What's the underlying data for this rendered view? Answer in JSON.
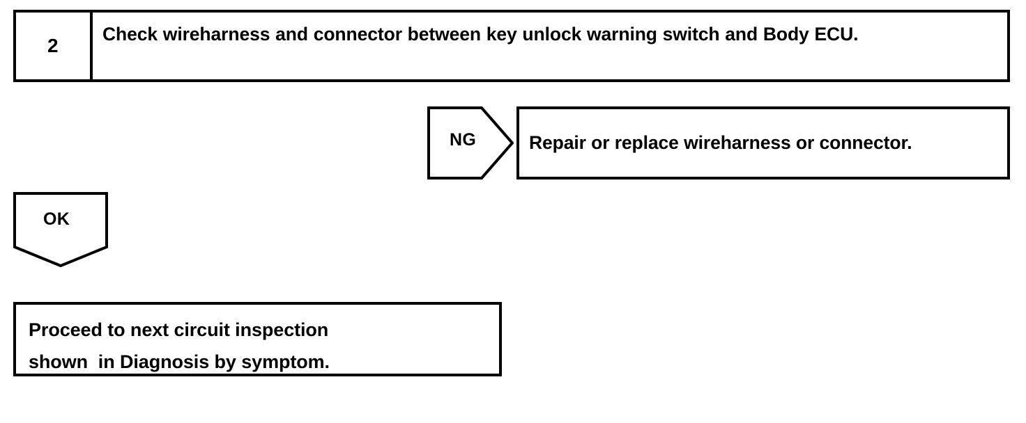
{
  "diagram": {
    "type": "troubleshooting-flowchart",
    "ink_color": "#000000",
    "background_color": "#ffffff",
    "step": {
      "number": "2",
      "instruction": "Check wireharness and connector between key unlock warning switch and Body ECU."
    },
    "branches": {
      "ng": {
        "label": "NG",
        "direction": "right",
        "result": "Repair or replace wireharness or connector."
      },
      "ok": {
        "label": "OK",
        "direction": "down",
        "result_line_1": "Proceed to next circuit inspection",
        "result_line_2": "shown  in Diagnosis by symptom."
      }
    }
  }
}
